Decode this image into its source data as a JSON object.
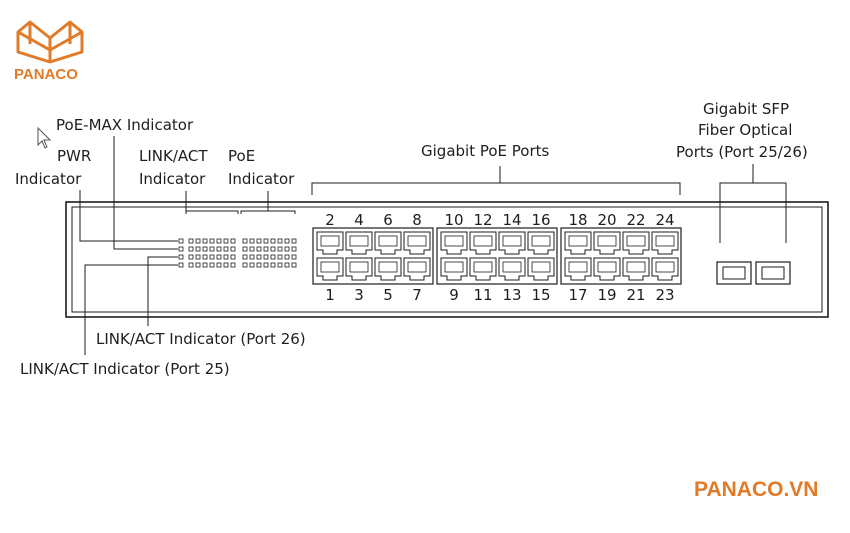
{
  "brand": {
    "logo_text": "PANACO",
    "website": "PANACO.VN",
    "color": "#e07b2a"
  },
  "labels": {
    "poe_max": "PoE-MAX Indicator",
    "pwr_line1": "PWR",
    "pwr_line2": "Indicator",
    "link_act_line1": "LINK/ACT",
    "link_act_line2": "Indicator",
    "poe_line1": "PoE",
    "poe_line2": "Indicator",
    "gigabit_poe_ports": "Gigabit PoE Ports",
    "sfp_line1": "Gigabit SFP",
    "sfp_line2": "Fiber Optical",
    "sfp_line3": "Ports (Port 25/26)",
    "link_act_26": "LINK/ACT Indicator (Port 26)",
    "link_act_25": "LINK/ACT Indicator (Port 25)"
  },
  "ports": {
    "top_row": [
      "2",
      "4",
      "6",
      "8",
      "10",
      "12",
      "14",
      "16",
      "18",
      "20",
      "22",
      "24"
    ],
    "bottom_row": [
      "1",
      "3",
      "5",
      "7",
      "9",
      "11",
      "13",
      "15",
      "17",
      "19",
      "21",
      "23"
    ]
  },
  "icons": {
    "cursor": "mouse-pointer-icon",
    "logo": "open-book-logo-icon"
  },
  "colors": {
    "line": "#1e1e1e",
    "panel": "#ffffff"
  }
}
